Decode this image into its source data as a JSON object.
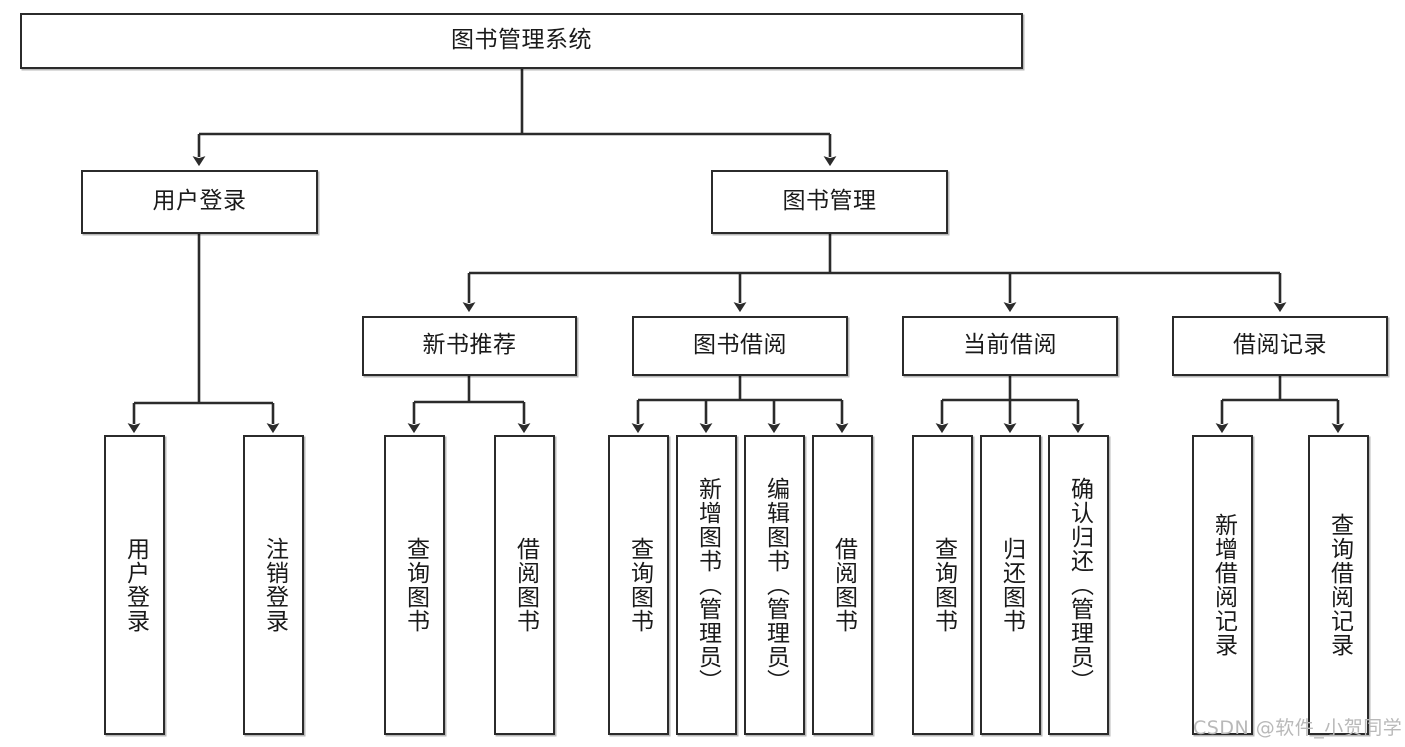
{
  "diagram": {
    "title": "图书管理系统",
    "watermark": "CSDN @软件_小贺同学",
    "colors": {
      "stroke": "#2b2b2b",
      "fill": "#ffffff",
      "text": "#1a1a1a",
      "watermark": "#b9b9b9"
    },
    "levels": {
      "root": {
        "label": "图书管理系统"
      },
      "level2": [
        {
          "label": "用户登录"
        },
        {
          "label": "图书管理"
        }
      ],
      "level3": [
        {
          "label": "新书推荐"
        },
        {
          "label": "图书借阅"
        },
        {
          "label": "当前借阅"
        },
        {
          "label": "借阅记录"
        }
      ],
      "leaves": [
        {
          "label": "用户登录",
          "parent": "用户登录"
        },
        {
          "label": "注销登录",
          "parent": "用户登录"
        },
        {
          "label": "查询图书",
          "parent": "新书推荐"
        },
        {
          "label": "借阅图书",
          "parent": "新书推荐"
        },
        {
          "label": "查询图书",
          "parent": "图书借阅"
        },
        {
          "label": "新增图书（管理员）",
          "parent": "图书借阅"
        },
        {
          "label": "编辑图书（管理员）",
          "parent": "图书借阅"
        },
        {
          "label": "借阅图书",
          "parent": "图书借阅"
        },
        {
          "label": "查询图书",
          "parent": "当前借阅"
        },
        {
          "label": "归还图书",
          "parent": "当前借阅"
        },
        {
          "label": "确认归还（管理员）",
          "parent": "当前借阅"
        },
        {
          "label": "新增借阅记录",
          "parent": "借阅记录"
        },
        {
          "label": "查询借阅记录",
          "parent": "借阅记录"
        }
      ]
    }
  }
}
